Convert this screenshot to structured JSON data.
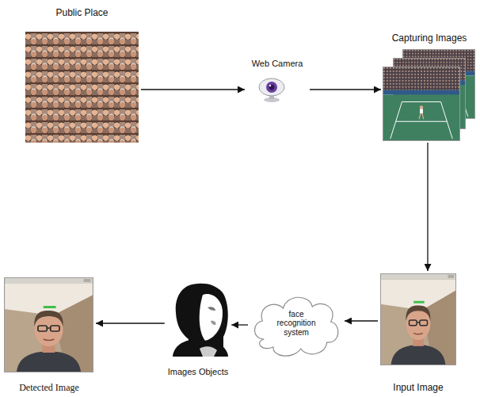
{
  "diagram": {
    "nodes": [
      {
        "text": [
          "Public Place"
        ]
      },
      {
        "text": [
          "Web Camera"
        ]
      },
      {
        "text": [
          "Capturing Images"
        ]
      },
      {
        "text": [
          "Detected Image"
        ]
      },
      {
        "text": [
          "Images Objects"
        ]
      },
      {
        "text": [
          "face recognition system"
        ]
      },
      {
        "text": [
          "Input Image"
        ]
      }
    ],
    "edges": [
      {
        "from": 0,
        "to": 1,
        "arrow": "to"
      },
      {
        "from": 1,
        "to": 2,
        "arrow": "to"
      },
      {
        "from": 2,
        "to": 6,
        "arrow": "to"
      },
      {
        "from": 6,
        "to": 5,
        "arrow": "to"
      },
      {
        "from": 5,
        "to": 4,
        "arrow": "to"
      },
      {
        "from": 4,
        "to": 3,
        "arrow": "to"
      }
    ]
  }
}
